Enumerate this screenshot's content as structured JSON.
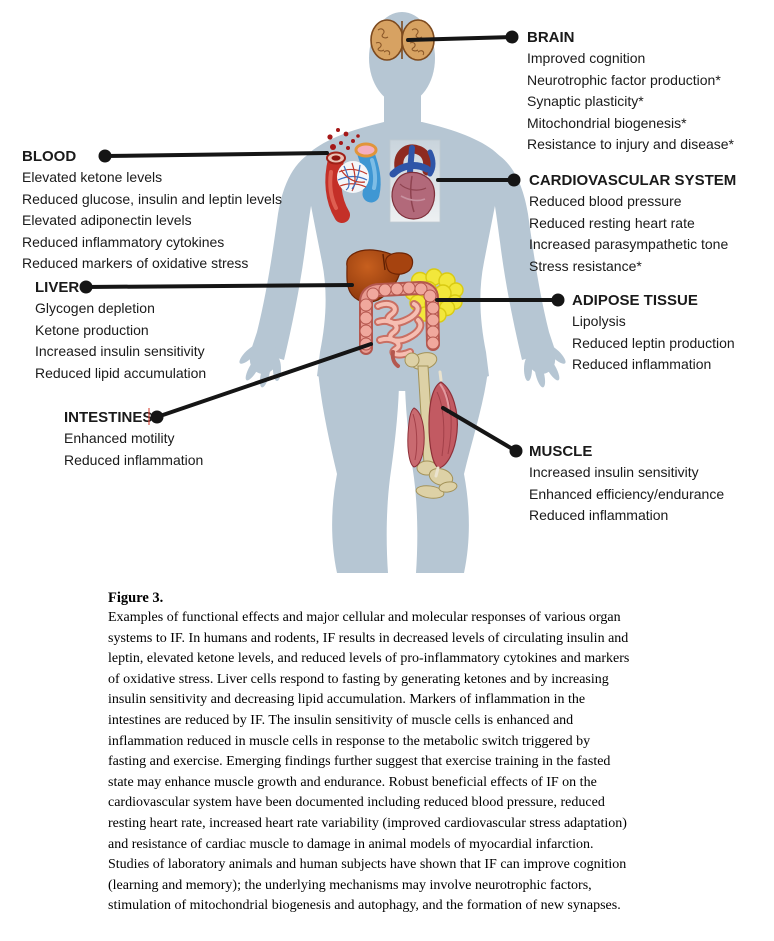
{
  "figure": {
    "labels": [
      {
        "id": "brain",
        "title": "BRAIN",
        "items": [
          "Improved cognition",
          "Neurotrophic factor production*",
          "Synaptic plasticity*",
          "Mitochondrial biogenesis*",
          "Resistance to injury and disease*"
        ]
      },
      {
        "id": "blood",
        "title": "BLOOD",
        "items": [
          "Elevated ketone levels",
          "Reduced glucose, insulin and leptin levels",
          "Elevated adiponectin levels",
          "Reduced inflammatory cytokines",
          "Reduced markers of oxidative stress"
        ]
      },
      {
        "id": "cardiovascular",
        "title": "CARDIOVASCULAR SYSTEM",
        "items": [
          "Reduced blood pressure",
          "Reduced resting heart rate",
          "Increased parasympathetic tone",
          "Stress resistance*"
        ]
      },
      {
        "id": "liver",
        "title": "LIVER",
        "items": [
          "Glycogen depletion",
          "Ketone production",
          "Increased insulin sensitivity",
          "Reduced lipid accumulation"
        ]
      },
      {
        "id": "adipose",
        "title": "ADIPOSE TISSUE",
        "items": [
          "Lipolysis",
          "Reduced leptin production",
          "Reduced inflammation"
        ]
      },
      {
        "id": "intestines",
        "title": "INTESTINES",
        "items": [
          "Enhanced motility",
          "Reduced inflammation"
        ]
      },
      {
        "id": "muscle",
        "title": "MUSCLE",
        "items": [
          "Increased insulin sensitivity",
          "Enhanced efficiency/endurance",
          "Reduced inflammation"
        ]
      }
    ],
    "organ_icons": [
      "brain-icon",
      "blood-vessels-icon",
      "heart-icon",
      "liver-icon",
      "adipose-tissue-icon",
      "intestines-icon",
      "muscle-bone-icon"
    ],
    "colors": {
      "silhouette": "#b6c6d3",
      "connector": "#151515",
      "brain": "#d7a262",
      "artery_red": "#c43028",
      "vein_blue": "#3f97d3",
      "heart_box_bg": "#dfe6ea",
      "heart": "#b2697a",
      "liver": "#9e3c0e",
      "adipose_yellow": "#f2e73b",
      "intestines_pink": "#e89a90",
      "muscle_red": "#c25a62",
      "bone_tan": "#ddd1a6"
    }
  },
  "caption": {
    "label": "Figure 3.",
    "lines": [
      "Examples of functional effects and major cellular and molecular responses of various organ",
      "systems to IF. In humans and rodents, IF results in decreased levels of circulating insulin and",
      "leptin, elevated ketone levels, and reduced levels of pro-inflammatory cytokines and markers",
      "of oxidative stress. Liver cells respond to fasting by generating ketones and by increasing",
      "insulin sensitivity and decreasing lipid accumulation. Markers of inflammation in the",
      "intestines are reduced by IF. The insulin sensitivity of muscle cells is enhanced and",
      "inflammation reduced in muscle cells in response to the metabolic switch triggered by",
      "fasting and exercise. Emerging findings further suggest that exercise training in the fasted",
      "state may enhance muscle growth and endurance. Robust beneficial effects of IF on the",
      "cardiovascular system have been documented including reduced blood pressure, reduced",
      "resting heart rate, increased heart rate variability (improved cardiovascular stress adaptation)",
      "and resistance of cardiac muscle to damage in animal models of myocardial infarction.",
      "Studies of laboratory animals and human subjects have shown that IF can improve cognition",
      "(learning and memory); the underlying mechanisms may involve neurotrophic factors,",
      "stimulation of mitochondrial biogenesis and autophagy, and the formation of new synapses."
    ]
  }
}
